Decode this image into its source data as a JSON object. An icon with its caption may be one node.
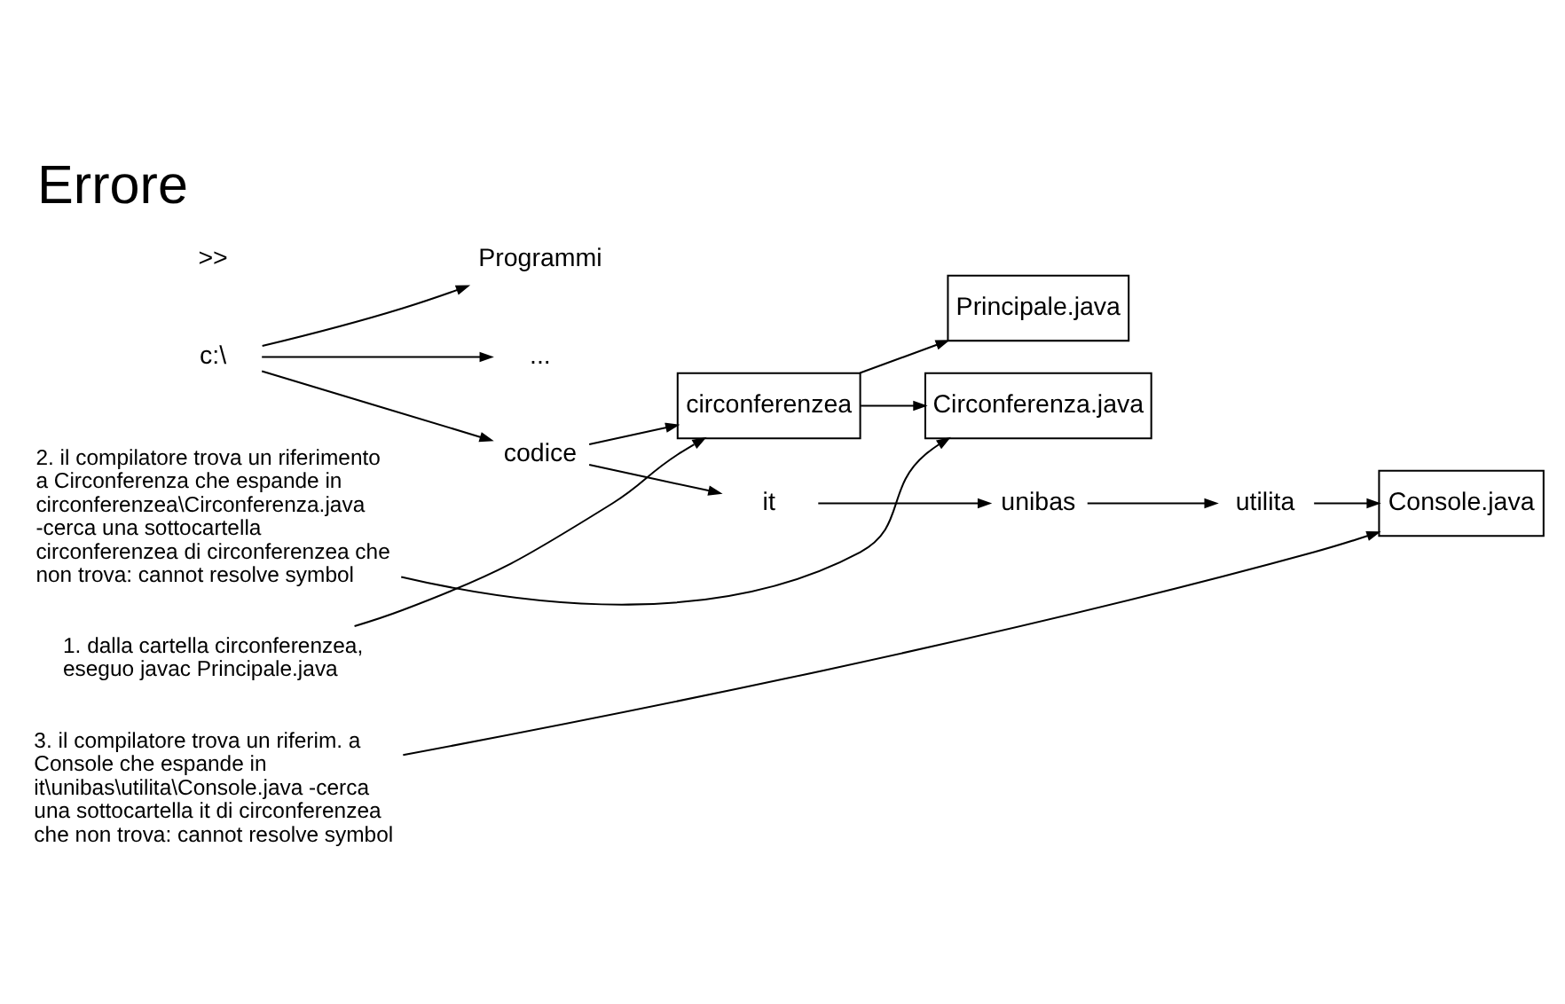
{
  "diagram": {
    "title": "Errore",
    "nodes": [
      {
        "text": [
          "c:\\"
        ]
      },
      {
        "text": [
          "Programmi"
        ]
      },
      {
        "text": [
          "..."
        ]
      },
      {
        "text": [
          "codice"
        ]
      },
      {
        "text": [
          "circonferenzea"
        ]
      },
      {
        "text": [
          "Principale.java"
        ]
      },
      {
        "text": [
          "Circonferenza.java"
        ]
      },
      {
        "text": [
          "it"
        ]
      },
      {
        "text": [
          "unibas"
        ]
      },
      {
        "text": [
          "utilita"
        ]
      },
      {
        "text": [
          "Console.java"
        ]
      },
      {
        "text": [
          "1. dalla cartella circonferenzea, eseguo javac Principale.java"
        ]
      },
      {
        "text": [
          "2. il compilatore trova un riferimento a Circonferenza che espande in circonferenzea\\Circonferenza.java -cerca una sottocartella circonferenzea di circonferenzea che non trova: cannot resolve symbol"
        ]
      },
      {
        "text": [
          "3. il compilatore trova un riferim. a Console che espande in it\\unibas\\utilita\\Console.java -cerca una sottocartella it di circonferenzea che non trova: cannot resolve symbol"
        ]
      }
    ],
    "edges": [
      {
        "from": 0,
        "to": 1,
        "arrow": "to"
      },
      {
        "from": 0,
        "to": 2,
        "arrow": "to"
      },
      {
        "from": 0,
        "to": 3,
        "arrow": "to"
      },
      {
        "from": 3,
        "to": 4,
        "arrow": "to"
      },
      {
        "from": 4,
        "to": 5,
        "arrow": "to"
      },
      {
        "from": 4,
        "to": 6,
        "arrow": "to"
      },
      {
        "from": 3,
        "to": 7,
        "arrow": "to"
      },
      {
        "from": 7,
        "to": 8,
        "arrow": "to"
      },
      {
        "from": 8,
        "to": 9,
        "arrow": "to"
      },
      {
        "from": 9,
        "to": 10,
        "arrow": "to"
      },
      {
        "from": 11,
        "to": 4,
        "arrow": "to"
      },
      {
        "from": 12,
        "to": 6,
        "arrow": "to"
      },
      {
        "from": 13,
        "to": 10,
        "arrow": "to"
      }
    ],
    "labels": [
      ">>"
    ]
  }
}
